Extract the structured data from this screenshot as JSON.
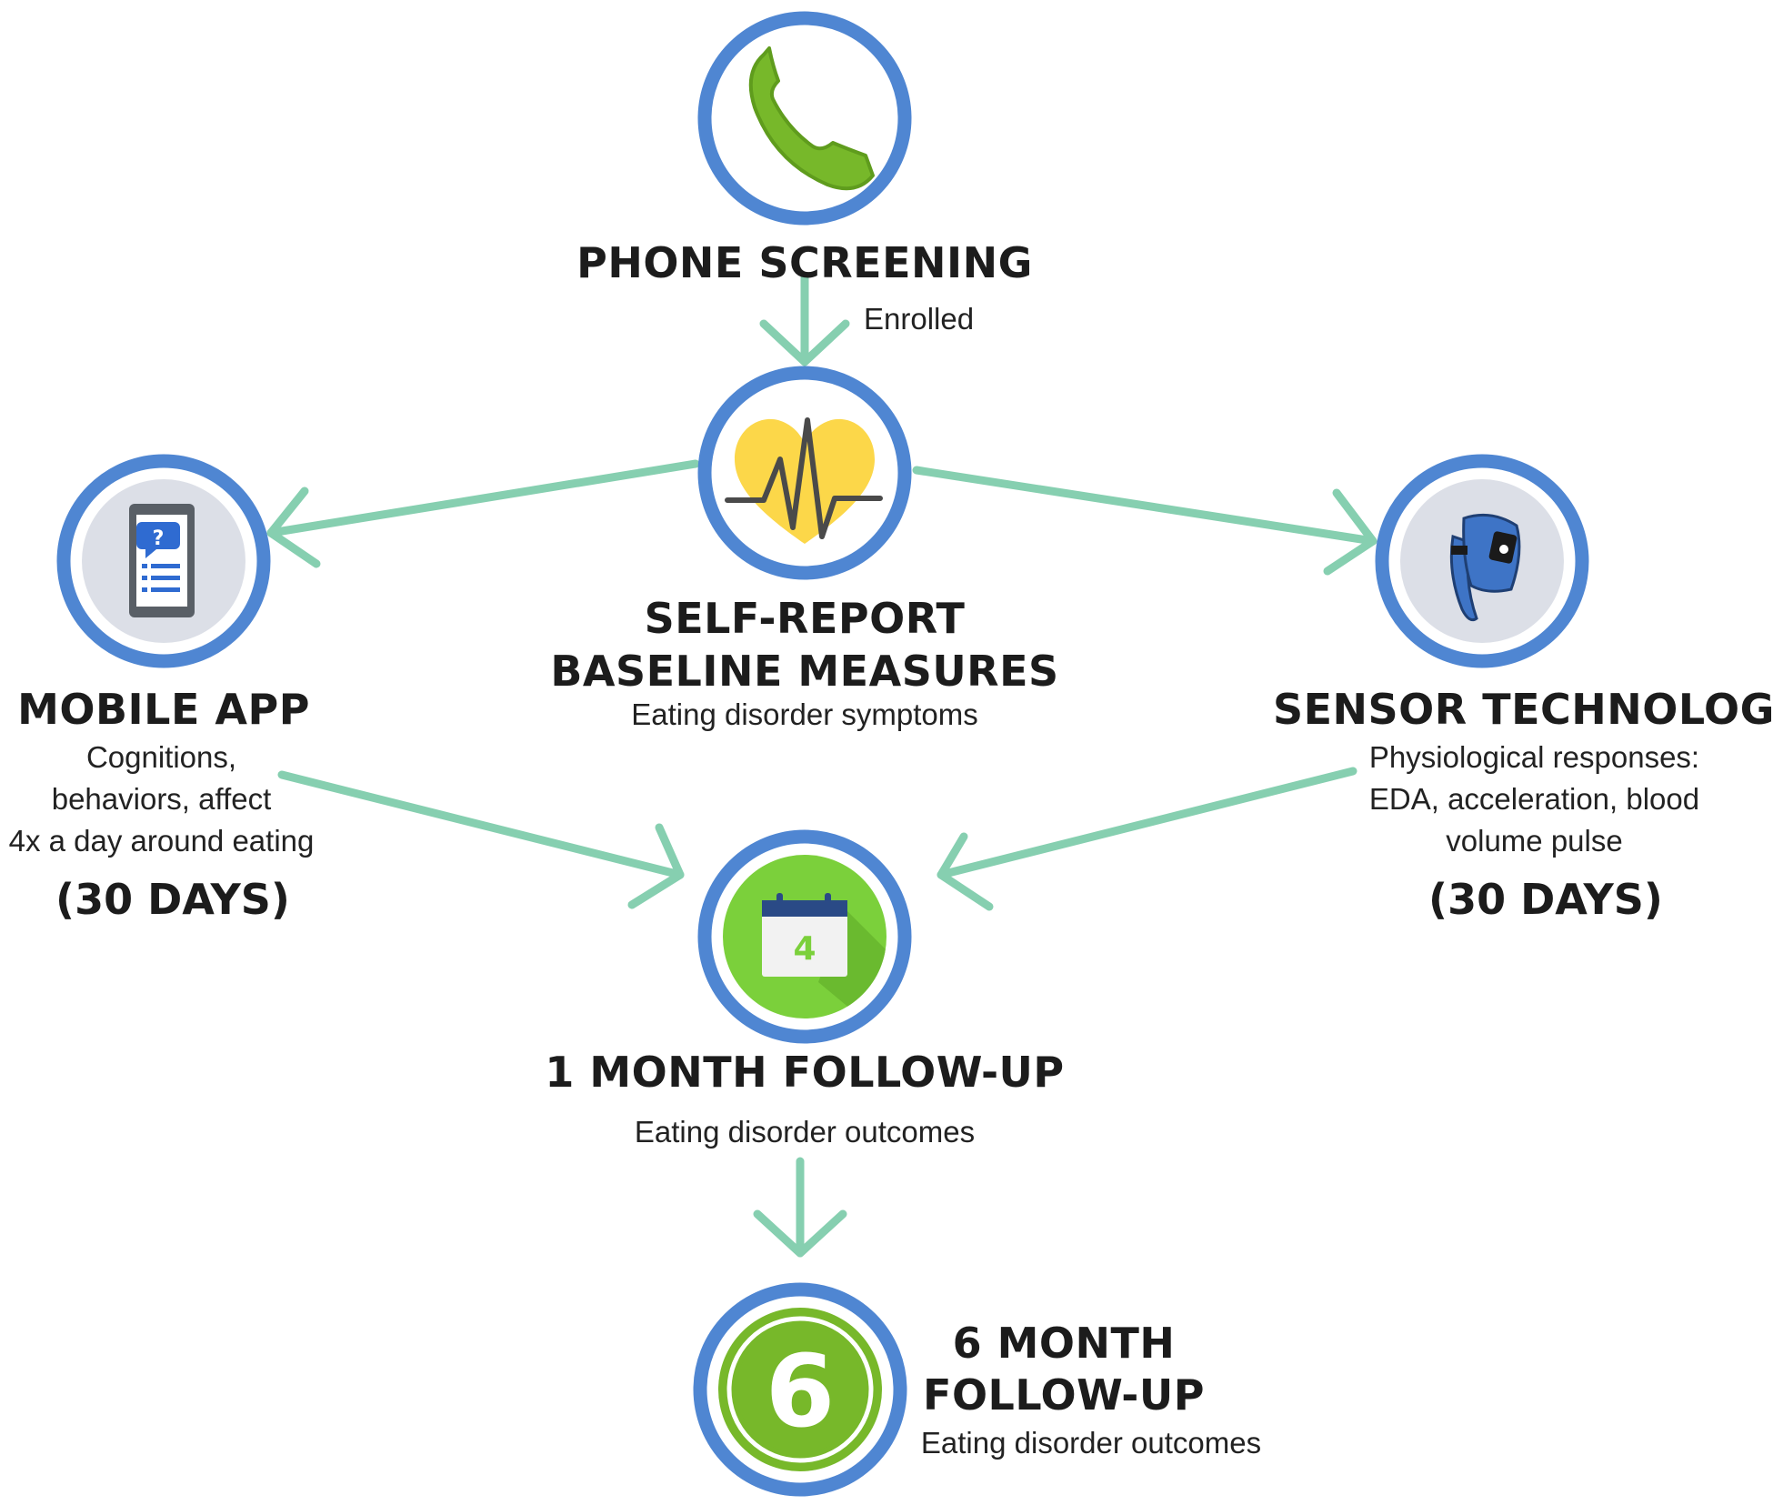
{
  "colors": {
    "ring": "#4f86d2",
    "arrow": "#86cfb0",
    "title": "#1c1c1c",
    "phone_green": "#77b82a",
    "heart_yellow": "#fcd749",
    "calendar_green": "#7bd03b",
    "band_blue": "#3e74c6"
  },
  "steps": {
    "phone": {
      "icon": "phone-icon",
      "title": "PHONE SCREENING",
      "note": "Enrolled"
    },
    "baseline": {
      "icon": "heartbeat-icon",
      "title_line1": "SELF-REPORT",
      "title_line2": "BASELINE MEASURES",
      "subtitle": "Eating disorder symptoms"
    },
    "mobile": {
      "icon": "mobile-questionnaire-icon",
      "title": "MOBILE APP",
      "lines": [
        "Cognitions,",
        "behaviors, affect",
        "4x a day around eating"
      ],
      "duration": "(30 DAYS)"
    },
    "sensor": {
      "icon": "wristband-icon",
      "title": "SENSOR TECHNOLOGY",
      "lines": [
        "Physiological responses:",
        "EDA, acceleration, blood",
        "volume pulse"
      ],
      "duration": "(30 DAYS)"
    },
    "month1": {
      "icon": "calendar-icon",
      "calendar_number": "4",
      "title": "1 MONTH FOLLOW-UP",
      "subtitle": "Eating disorder outcomes"
    },
    "month6": {
      "icon": "number-six-icon",
      "badge_number": "6",
      "title_line1": "6 MONTH",
      "title_line2": "FOLLOW-UP",
      "subtitle": "Eating disorder outcomes"
    }
  }
}
